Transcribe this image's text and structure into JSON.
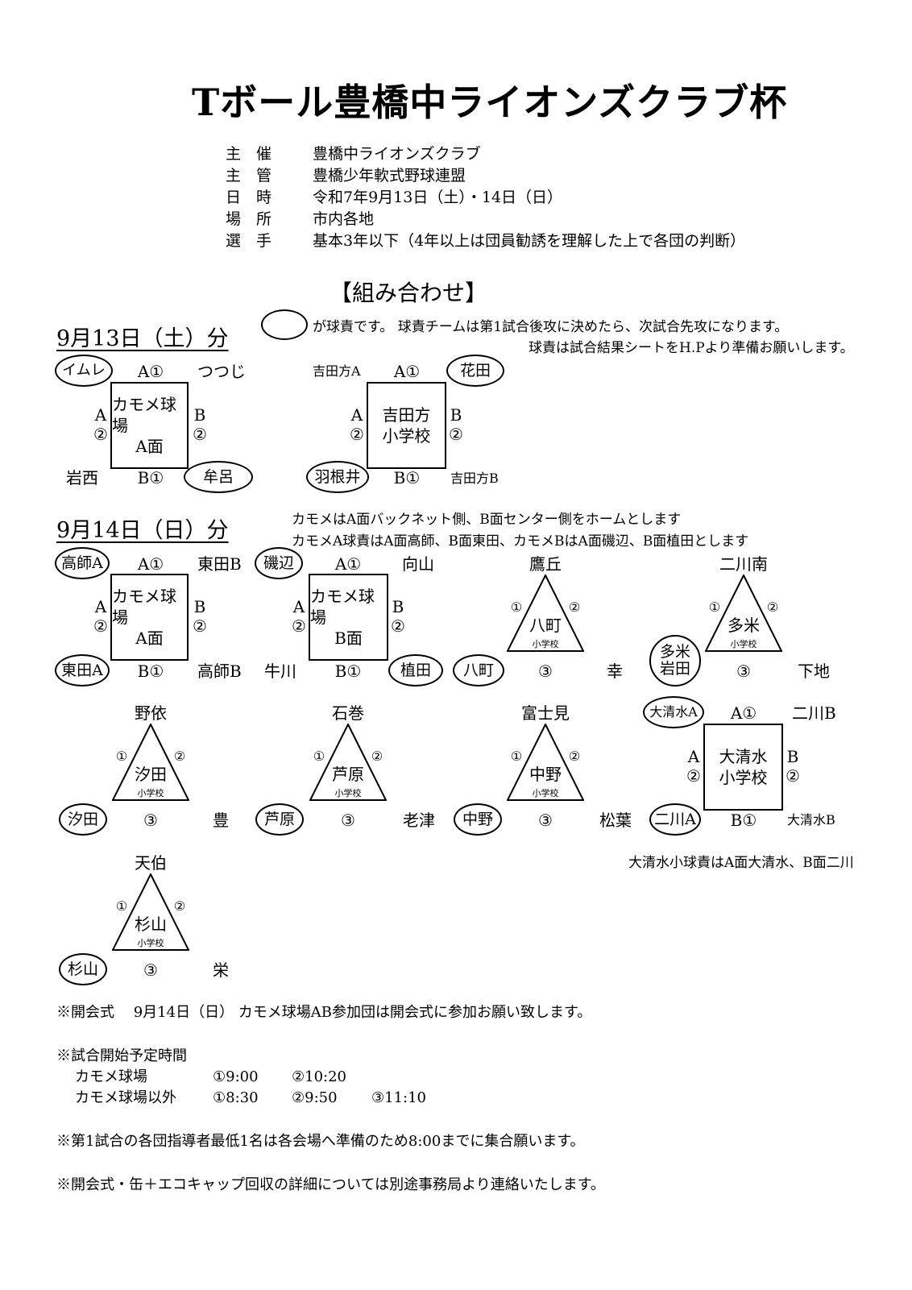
{
  "title": "Tボール豊橋中ライオンズクラブ杯",
  "info": [
    {
      "label": "主　催",
      "value": "豊橋中ライオンズクラブ"
    },
    {
      "label": "主　管",
      "value": "豊橋少年軟式野球連盟"
    },
    {
      "label": "日　時",
      "value": "令和7年9月13日（土）・14日（日）"
    },
    {
      "label": "場　所",
      "value": "市内各地"
    },
    {
      "label": "選　手",
      "value": "基本3年以下（4年以上は団員勧誘を理解した上で各団の判断）"
    }
  ],
  "section_heading": "【組み合わせ】",
  "legend_note_1": "が球責です。 球責チームは第1試合後攻に決めたら、次試合先攻になります。",
  "legend_note_2": "球責は試合結果シートをH.Pより準備お願いします。",
  "day1": {
    "date": "9月13日（土）分",
    "venues": [
      {
        "name_1": "カモメ球場",
        "name_2": "A面",
        "a1": "A①",
        "a2_top": "A",
        "a2_bottom": "②",
        "b2_top": "B",
        "b2_bottom": "②",
        "b1": "B①",
        "top_left": "イムレ",
        "top_right": "つつじ",
        "bottom_left": "岩西",
        "bottom_right": "牟呂"
      },
      {
        "name_1": "吉田方",
        "name_2": "小学校",
        "a1": "A①",
        "a2_top": "A",
        "a2_bottom": "②",
        "b2_top": "B",
        "b2_bottom": "②",
        "b1": "B①",
        "top_left": "吉田方A",
        "top_right": "花田",
        "bottom_left": "羽根井",
        "bottom_right": "吉田方B"
      }
    ]
  },
  "day2": {
    "date": "9月14日（日）分",
    "note_1": "カモメはA面バックネット側、B面センター側をホームとします",
    "note_2": "カモメA球責はA面高師、B面東田、カモメBはA面磯辺、B面植田とします",
    "squares": [
      {
        "name_1": "カモメ球場",
        "name_2": "A面",
        "a1": "A①",
        "a2_top": "A",
        "a2_bottom": "②",
        "b2_top": "B",
        "b2_bottom": "②",
        "b1": "B①",
        "top_left": "高師A",
        "top_right": "東田B",
        "bottom_left": "東田A",
        "bottom_right": "高師B"
      },
      {
        "name_1": "カモメ球場",
        "name_2": "B面",
        "a1": "A①",
        "a2_top": "A",
        "a2_bottom": "②",
        "b2_top": "B",
        "b2_bottom": "②",
        "b1": "B①",
        "top_left": "磯辺",
        "top_right": "向山",
        "bottom_left": "牛川",
        "bottom_right": "植田"
      },
      {
        "name_1": "大清水",
        "name_2": "小学校",
        "a1": "A①",
        "a2_top": "A",
        "a2_bottom": "②",
        "b2_top": "B",
        "b2_bottom": "②",
        "b1": "B①",
        "top_left": "大清水A",
        "top_right": "二川B",
        "bottom_left": "二川A",
        "bottom_right": "大清水B"
      }
    ],
    "triangles": [
      {
        "top": "鷹丘",
        "name": "八町",
        "sub": "小学校",
        "c1": "①",
        "c2": "②",
        "c3": "③",
        "left": "八町",
        "right": "幸"
      },
      {
        "top": "二川南",
        "name": "多米",
        "sub": "小学校",
        "c1": "①",
        "c2": "②",
        "c3": "③",
        "left_1": "多米",
        "left_2": "岩田",
        "right": "下地"
      },
      {
        "top": "野依",
        "name": "汐田",
        "sub": "小学校",
        "c1": "①",
        "c2": "②",
        "c3": "③",
        "left": "汐田",
        "right": "豊"
      },
      {
        "top": "石巻",
        "name": "芦原",
        "sub": "小学校",
        "c1": "①",
        "c2": "②",
        "c3": "③",
        "left": "芦原",
        "right": "老津"
      },
      {
        "top": "富士見",
        "name": "中野",
        "sub": "小学校",
        "c1": "①",
        "c2": "②",
        "c3": "③",
        "left": "中野",
        "right": "松葉"
      },
      {
        "top": "天伯",
        "name": "杉山",
        "sub": "小学校",
        "c1": "①",
        "c2": "②",
        "c3": "③",
        "left": "杉山",
        "right": "栄"
      }
    ],
    "oshimizu_note": "大清水小球責はA面大清水、B面二川"
  },
  "footer": {
    "opening": "※開会式　 9月14日（日） カモメ球場AB参加団は開会式に参加お願い致します。",
    "start_heading": "※試合開始予定時間",
    "row1_label": "カモメ球場",
    "row1_t1": "①9:00",
    "row1_t2": "②10:20",
    "row2_label": "カモメ球場以外",
    "row2_t1": "①8:30",
    "row2_t2": "②9:50",
    "row2_t3": "③11:10",
    "leaders": "※第1試合の各団指導者最低1名は各会場へ準備のため8:00までに集合願います。",
    "collection": "※開会式・缶＋エコキャップ回収の詳細については別途事務局より連絡いたします。"
  }
}
